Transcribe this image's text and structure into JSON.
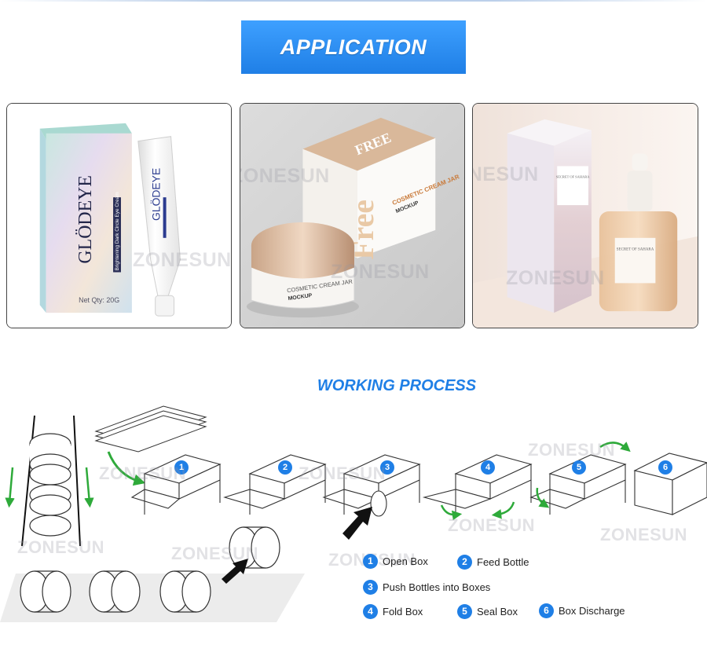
{
  "header": {
    "title": "APPLICATION"
  },
  "photos": [
    {
      "brand": "GLÖDEYE",
      "tube_brand": "GLÖDEYE",
      "box_side": "Brightening Dark Circle Eye Cream",
      "net": "Net Qty: 20G"
    },
    {
      "lid_text": "FREE",
      "side_big": "Free",
      "side_title": "COSMETIC CREAM JAR",
      "side_sub": "MOCKUP",
      "jar_title": "COSMETIC CREAM JAR",
      "jar_sub": "MOCKUP"
    },
    {
      "box_label": "SECRET OF SAHARA",
      "bottle_label": "SECRET OF SAHARA"
    }
  ],
  "watermark": "ZONESUN",
  "process": {
    "title": "WORKING PROCESS",
    "steps": [
      {
        "n": "1",
        "label": "Open Box"
      },
      {
        "n": "2",
        "label": "Feed Bottle"
      },
      {
        "n": "3",
        "label": "Push Bottles into Boxes"
      },
      {
        "n": "4",
        "label": "Fold Box"
      },
      {
        "n": "5",
        "label": "Seal Box"
      },
      {
        "n": "6",
        "label": "Box Discharge"
      }
    ]
  },
  "colors": {
    "accent": "#1f7fe6",
    "arrow_green": "#2eaa3a",
    "arrow_black": "#111111"
  }
}
